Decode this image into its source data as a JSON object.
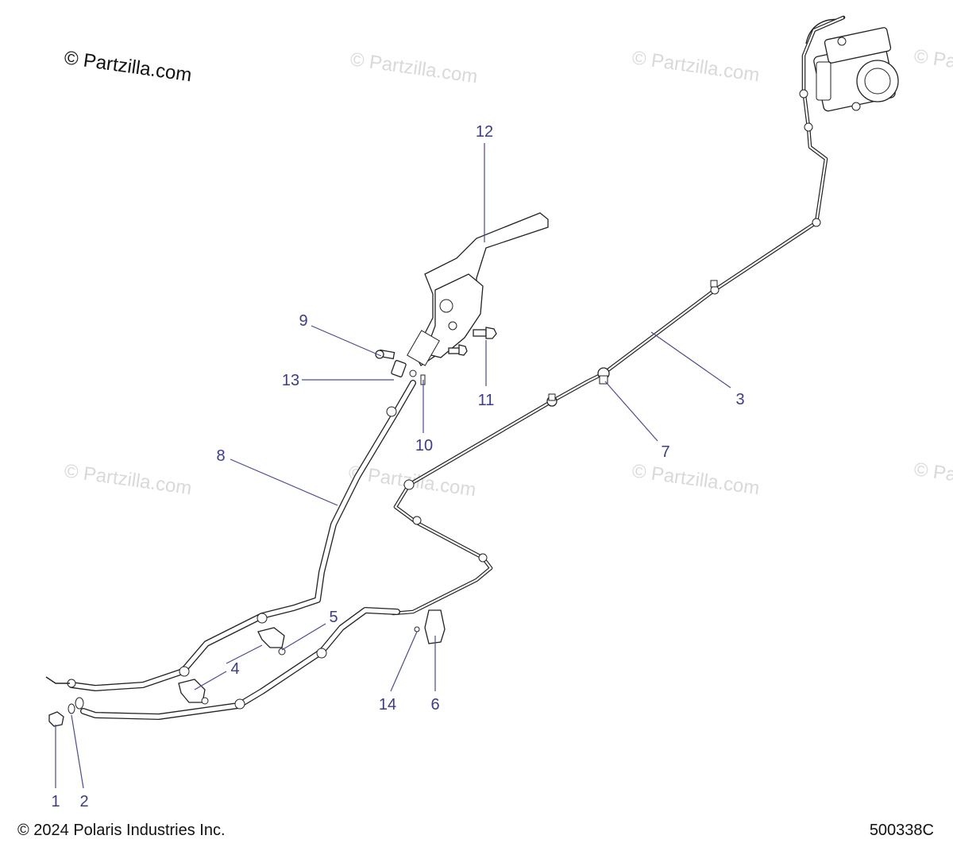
{
  "brand": {
    "text": "© Partzilla.com"
  },
  "watermark": {
    "text": "© Partzilla.com"
  },
  "callouts": [
    {
      "id": "1",
      "label": "1"
    },
    {
      "id": "2",
      "label": "2"
    },
    {
      "id": "3",
      "label": "3"
    },
    {
      "id": "4",
      "label": "4"
    },
    {
      "id": "5",
      "label": "5"
    },
    {
      "id": "6",
      "label": "6"
    },
    {
      "id": "7",
      "label": "7"
    },
    {
      "id": "8",
      "label": "8"
    },
    {
      "id": "9",
      "label": "9"
    },
    {
      "id": "10",
      "label": "10"
    },
    {
      "id": "11",
      "label": "11"
    },
    {
      "id": "12",
      "label": "12"
    },
    {
      "id": "13",
      "label": "13"
    },
    {
      "id": "14",
      "label": "14"
    }
  ],
  "footer": {
    "copyright": "© 2024 Polaris Industries Inc.",
    "diagram_number": "500338C"
  },
  "colors": {
    "callout_text": "#3b3b8f",
    "leader_line": "#4a4a9a",
    "watermark": "#d9d9d9",
    "line_art": "#222222"
  }
}
